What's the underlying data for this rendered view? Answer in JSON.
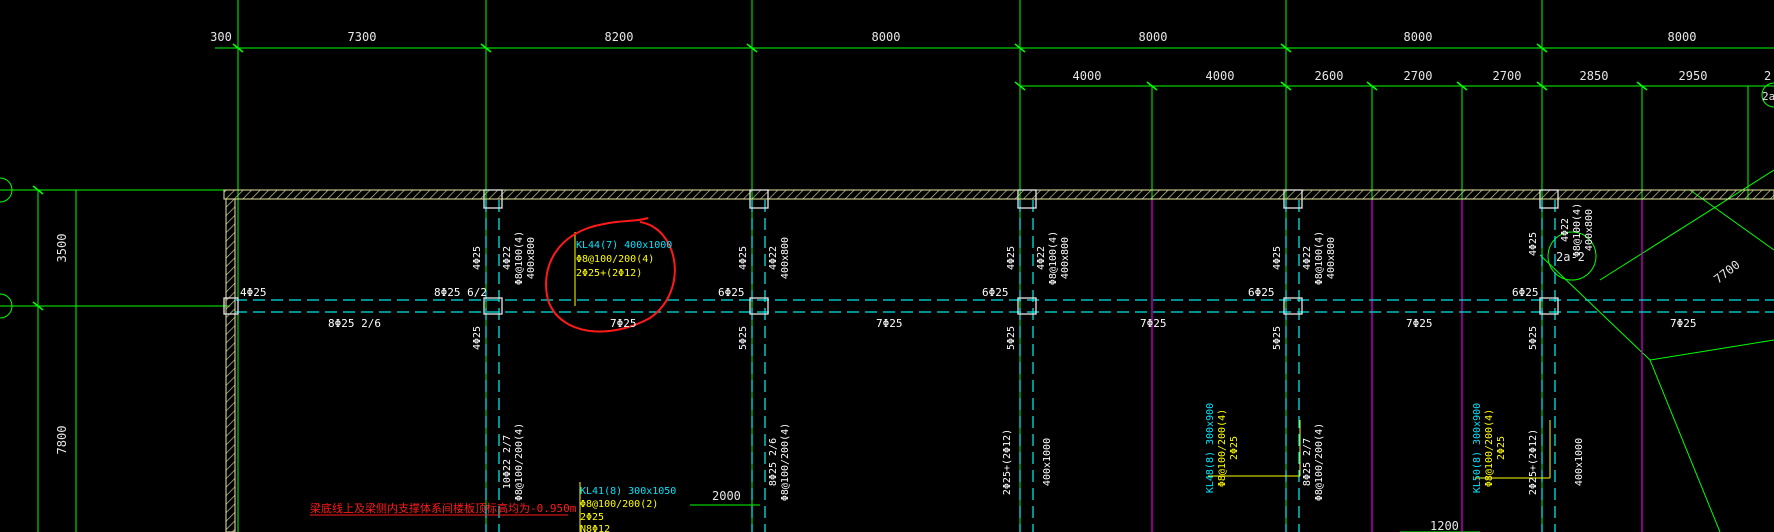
{
  "drawing": {
    "colors": {
      "background": "#000000",
      "dimension": "#00ff00",
      "dim_text": "#e6e6e6",
      "wall": "#e8e8a0",
      "beam": "#00e5e5",
      "rebar_text": "#ffffff",
      "label_cyan": "#00e5ff",
      "label_yellow": "#ffff00",
      "red": "#ff1a1a",
      "magenta": "#e000e0"
    },
    "dims_top": [
      "300",
      "7300",
      "8200",
      "8000",
      "8000",
      "8000",
      "8000"
    ],
    "dims_second": [
      "4000",
      "4000",
      "2600",
      "2700",
      "2700",
      "2850",
      "2950"
    ],
    "dims_left": [
      "3500",
      "7800"
    ],
    "beam_rebar_left": [
      "4Φ25",
      "8Φ25 6/2",
      "8Φ25 2/6"
    ],
    "beam_rebar_mid": [
      "7Φ25",
      "6Φ25",
      "6Φ25",
      "6Φ25",
      "6Φ25",
      "7Φ25",
      "7Φ25",
      "7Φ25",
      "7Φ25"
    ],
    "circled_beam_label": [
      "KL44(7) 400x1000",
      "Φ8@100/200(4)",
      "2Φ25+(2Φ12)"
    ],
    "col_upper_labels": [
      [
        "4Φ25"
      ],
      [
        "4Φ22",
        "Φ8@100(4)",
        "400x800"
      ],
      [
        "4Φ25"
      ],
      [
        "4Φ22",
        "400x800"
      ],
      [
        "4Φ25"
      ],
      [
        "4Φ22",
        "Φ8@100(4)",
        "400x800"
      ],
      [
        "4Φ25"
      ],
      [
        "4Φ22",
        "Φ8@100(4)",
        "400x800"
      ],
      [
        "4Φ25"
      ],
      [
        "4Φ22",
        "Φ8@100(4)",
        "400x800"
      ]
    ],
    "col_lower_labels": [
      [
        "4Φ25"
      ],
      [
        "5Φ25"
      ],
      [
        "5Φ25"
      ],
      [
        "5Φ25"
      ],
      [
        "5Φ25"
      ]
    ],
    "col_bottom_labels": [
      [
        "10Φ22 2/7",
        "Φ8@100/200(4)"
      ],
      [
        "8Φ25 2/6",
        "Φ8@100/200(4)"
      ],
      [
        "2Φ25+(2Φ12)",
        "400x1000"
      ],
      [
        "8Φ25 2/7",
        "Φ8@100/200(4)"
      ],
      [
        "2Φ25+(2Φ12)",
        "400x1000"
      ]
    ],
    "kl41_label": [
      "KL41(8) 300x1050",
      "Φ8@100/200(2)",
      "2Φ25",
      "N8Φ12"
    ],
    "kl48_label": [
      "KL48(8) 300x900",
      "Φ8@100/200(4)",
      "2Φ25"
    ],
    "kl50_label": [
      "KL50(8) 300x900",
      "Φ8@100/200(4)",
      "2Φ25"
    ],
    "red_note": "梁底线上及梁侧内支撑体系间楼板顶标高均为-0.950m",
    "dim_2000": "2000",
    "dim_1200": "1200",
    "dim_7700": "7700",
    "axis_tag": "2a-2",
    "axis_tag_edge": "2a",
    "edge_number": "2"
  }
}
